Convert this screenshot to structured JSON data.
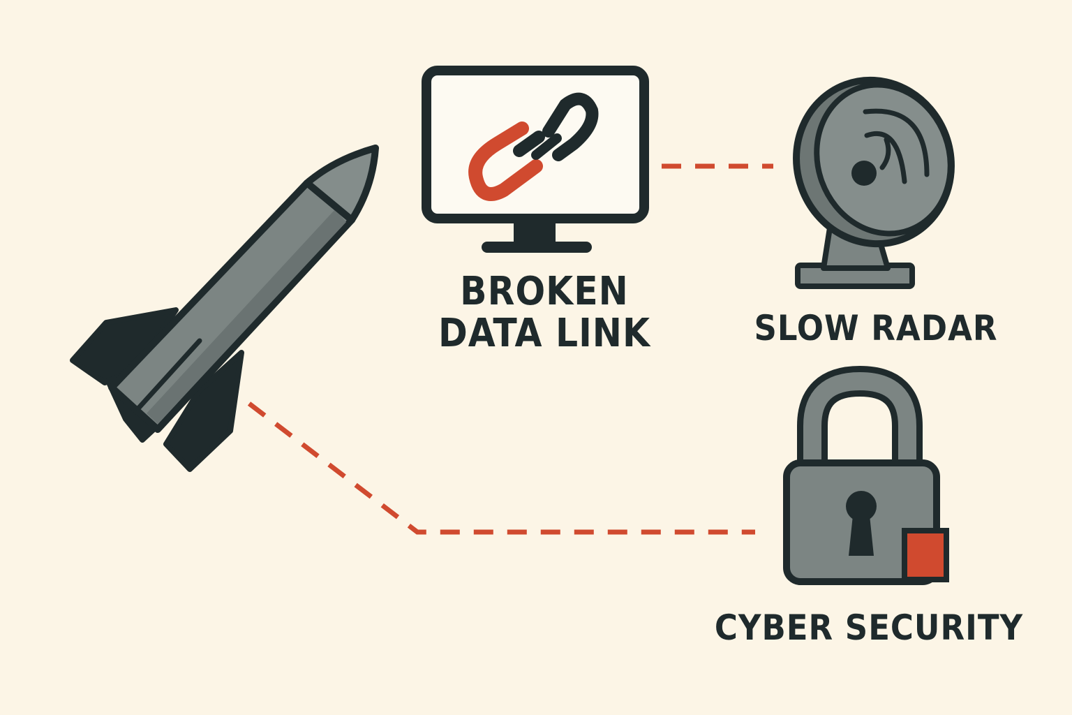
{
  "labels": {
    "broken_line1": "BROKEN",
    "broken_line2": "DATA LINK",
    "radar": "SLOW RADAR",
    "cyber": "CYBER SECURITY"
  },
  "icons": [
    "missile-icon",
    "monitor-icon",
    "broken-chain-icon",
    "radar-dish-icon",
    "padlock-icon"
  ],
  "colors": {
    "background": "#fcf5e6",
    "outline": "#1f2a2c",
    "body_gray": "#7c8583",
    "accent_red": "#d04a2f"
  }
}
